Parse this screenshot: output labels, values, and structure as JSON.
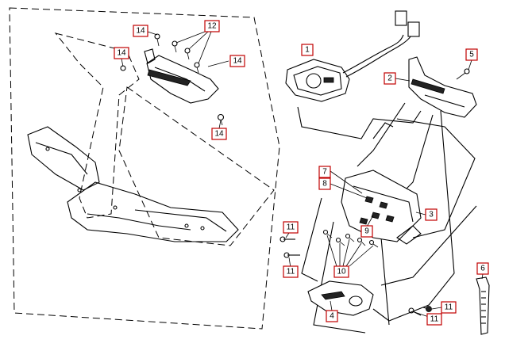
{
  "callouts": {
    "c14_a": "14",
    "c12": "12",
    "c14_b": "14",
    "c14_c": "14",
    "c14_d": "14",
    "c1": "1",
    "c5": "5",
    "c2": "2",
    "c7": "7",
    "c8": "8",
    "c3": "3",
    "c9": "9",
    "c11_a": "11",
    "c11_b": "11",
    "c10": "10",
    "c6": "6",
    "c4": "4",
    "c11_c": "11",
    "c11_d": "11"
  }
}
